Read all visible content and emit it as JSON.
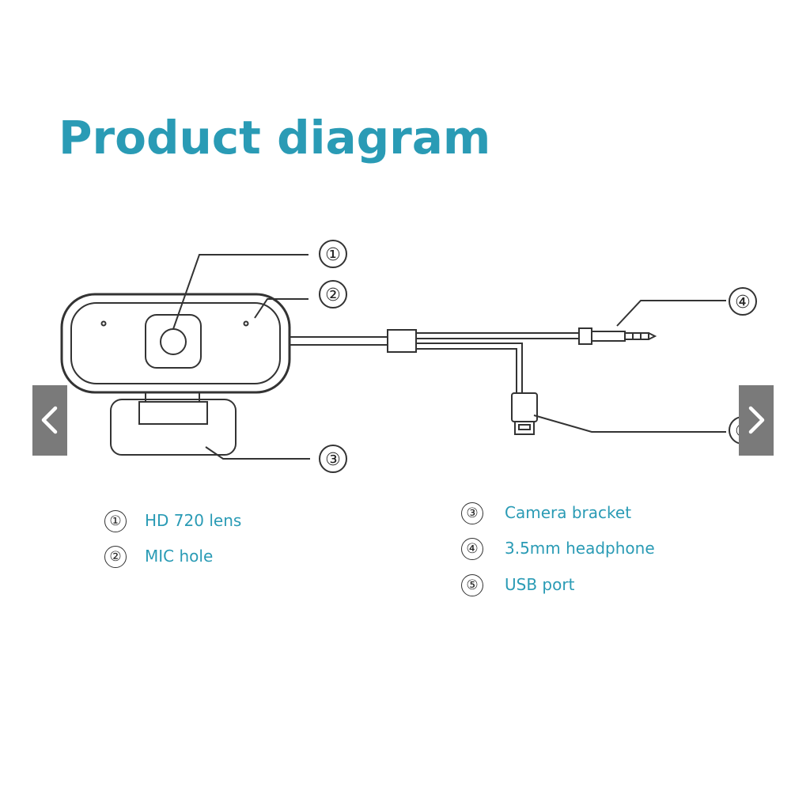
{
  "title": "Product diagram",
  "colors": {
    "accent": "#2a9bb5",
    "line": "#333333",
    "nav_bg": "#7a7a7a"
  },
  "callouts": [
    "①",
    "②",
    "③",
    "④",
    "⑤"
  ],
  "legend": [
    {
      "num": "①",
      "text": "HD 720 lens"
    },
    {
      "num": "②",
      "text": "MIC hole"
    },
    {
      "num": "③",
      "text": "Camera bracket"
    },
    {
      "num": "④",
      "text": "3.5mm headphone"
    },
    {
      "num": "⑤",
      "text": "USB port"
    }
  ],
  "nav": {
    "prev_icon": "chevron-left-icon",
    "next_icon": "chevron-right-icon"
  }
}
